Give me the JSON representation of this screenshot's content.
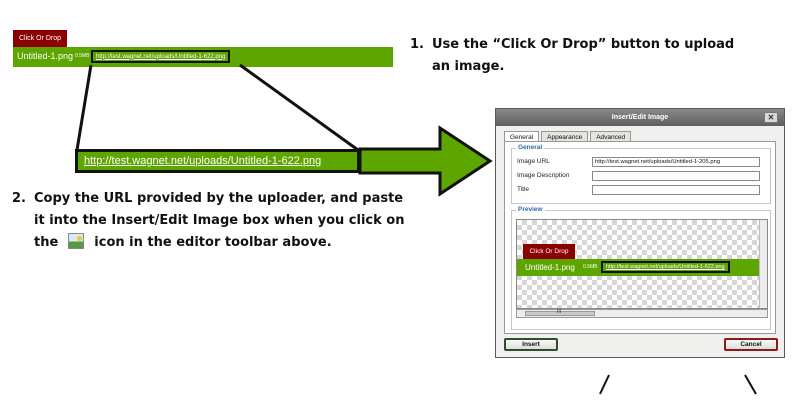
{
  "uploader": {
    "button_label": "Click Or Drop",
    "filename": "Untitled-1.png",
    "filesize": "0.5MB",
    "url": "http://test.wagnet.net/uploads/Untitled-1-622.png"
  },
  "zoom": {
    "url": "http://test.wagnet.net/uploads/Untitled-1-622.png"
  },
  "instructions": {
    "step1_num": "1.",
    "step1_line1": "Use the “Click Or Drop” button to upload",
    "step1_line2": "an image.",
    "step2_num": "2.",
    "step2_line1": "Copy the URL provided by the uploader, and paste",
    "step2_line2": "it into the Insert/Edit Image box when you click on",
    "step2_line3_pre": "the",
    "step2_line3_post": "icon in the editor toolbar above.",
    "toolbar_icon": "insert-image-icon"
  },
  "dialog": {
    "title": "Insert/Edit Image",
    "tabs": [
      "General",
      "Appearance",
      "Advanced"
    ],
    "general_legend": "General",
    "fields": [
      {
        "label": "Image URL",
        "value": "http://test.wagnet.net/uploads/Untitled-1-205.png"
      },
      {
        "label": "Image Description",
        "value": ""
      },
      {
        "label": "Title",
        "value": ""
      }
    ],
    "preview_legend": "Preview",
    "preview": {
      "button_label": "Click Or Drop",
      "filename": "Untitled-1.png",
      "filesize": "0.5MB",
      "url": "http://test.wagnet.net/uploads/Untitled-1-622.png",
      "scroll_grip": "III"
    },
    "insert_label": "Insert",
    "cancel_label": "Cancel"
  },
  "colors": {
    "accent_green": "#5da600",
    "button_red": "#8b0000",
    "outline": "#111111"
  }
}
